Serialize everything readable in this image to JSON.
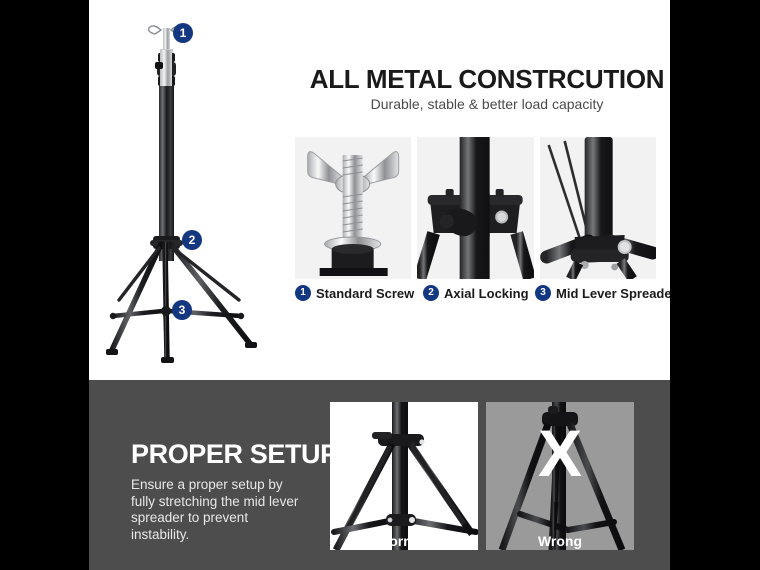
{
  "layout": {
    "letterbox_color": "#000000",
    "top_bg": "#ffffff",
    "bottom_bg": "#4d4d4d",
    "accent_blue": "#14387f",
    "panel_bg": "#f2f2f2"
  },
  "top": {
    "headline": "ALL METAL CONSTRCUTION",
    "subhead": "Durable, stable & better load capacity",
    "hero_badges": [
      {
        "number": "1",
        "name": "badge-standard-screw"
      },
      {
        "number": "2",
        "name": "badge-axial-locking"
      },
      {
        "number": "3",
        "name": "badge-mid-lever-spreader"
      }
    ],
    "panels": [
      {
        "number": "1",
        "label": "Standard Screw",
        "icon": "wing-nut-screw-photo"
      },
      {
        "number": "2",
        "label": "Axial Locking",
        "icon": "axial-locking-hub-photo"
      },
      {
        "number": "3",
        "label": "Mid Lever Spreader",
        "icon": "mid-lever-spreader-photo"
      }
    ]
  },
  "bottom": {
    "title": "PROPER SETUP",
    "body": "Ensure a proper setup by fully stretching the mid lever spreader to prevent instability.",
    "compare": [
      {
        "label": "Correct",
        "state": "good",
        "bg": "#ffffff"
      },
      {
        "label": "Wrong",
        "state": "bad",
        "bg": "#9a9a9a",
        "overlay": "X"
      }
    ],
    "x_mark": "X"
  }
}
